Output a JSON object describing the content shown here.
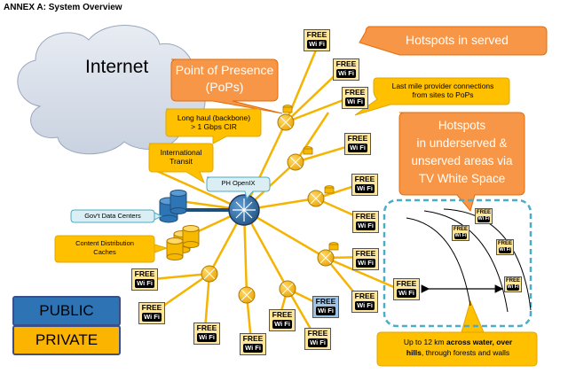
{
  "title": "ANNEX A: System Overview",
  "internet_label": "Internet",
  "pop_callout": {
    "line1": "Point of Presence",
    "line2": "(PoPs)"
  },
  "hotspots_served": "Hotspots in served",
  "hotspots_underserved": {
    "line1": "Hotspots",
    "line2": "in underserved &",
    "line3": "unserved areas via",
    "line4": "TV White Space"
  },
  "last_mile": {
    "line1": "Last mile provider connections",
    "line2": "from sites to PoPs"
  },
  "long_haul": {
    "line1": "Long haul (backbone)",
    "line2": "> 1 Gbps CIR"
  },
  "international_transit": {
    "line1": "International",
    "line2": "Transit"
  },
  "ph_openix": "PH OpenIX",
  "govt_data_centers": "Gov't Data Centers",
  "cdn": {
    "line1": "Content Distribution",
    "line2": "Caches"
  },
  "range_note": {
    "prefix": "Up to 12 km ",
    "bold1": "across water, over",
    "bold2": "hills",
    "suffix": ", through forests and walls"
  },
  "legend": {
    "public": "PUBLIC",
    "private": "PRIVATE"
  },
  "wifi_badge": {
    "top": "FREE",
    "bottom": "Wi Fi"
  },
  "colors": {
    "orange_callout": "#f79646",
    "yellow_callout": "#ffc000",
    "link": "#f4b400",
    "hub": "#2e75b6",
    "public": "#2e74b5",
    "private": "#fbb400",
    "cloud": "#d7dde8",
    "dashed_box": "#4bacc6"
  }
}
